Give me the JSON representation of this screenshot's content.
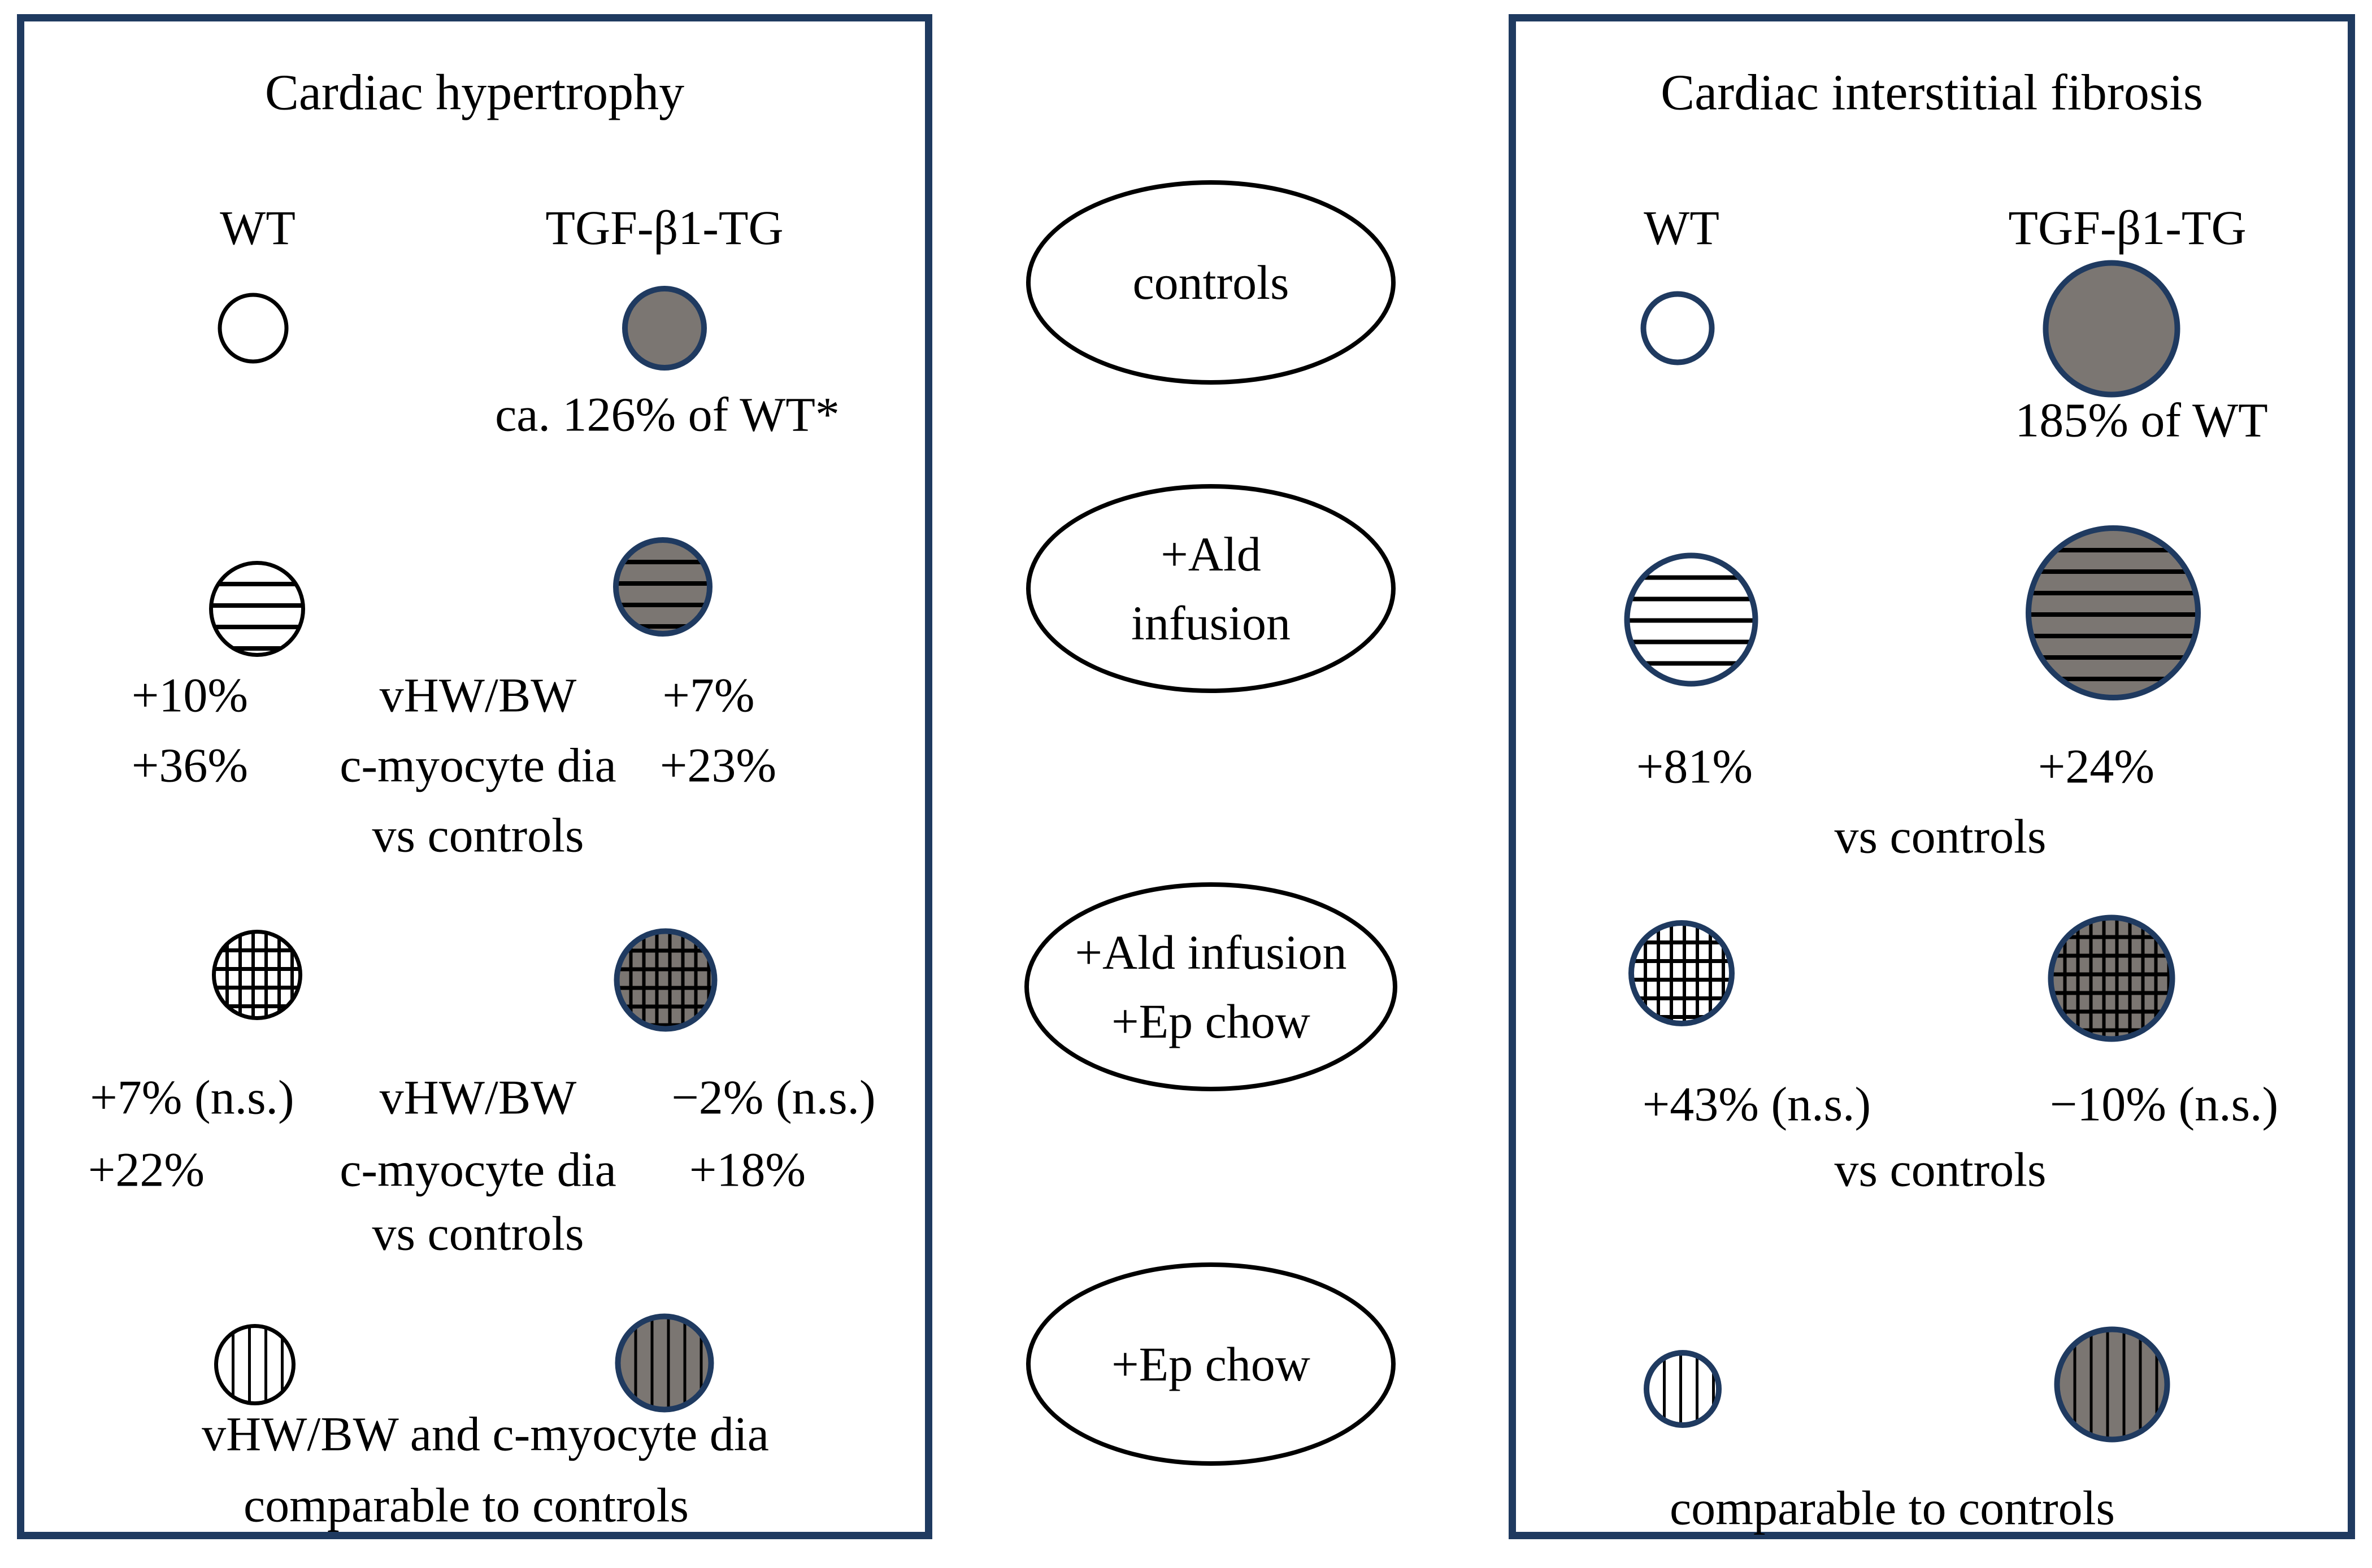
{
  "colors": {
    "navy": "#1f3a60",
    "gray": "#7b7672",
    "line": "#000000"
  },
  "left_panel": {
    "title": "Cardiac hypertrophy",
    "columns": {
      "wt": "WT",
      "tg": "TGF-β1-TG"
    },
    "controls_row": {
      "wt_circle": {
        "pattern": "plain",
        "fill": "white",
        "border": "black",
        "size": 125
      },
      "tg_circle": {
        "pattern": "plain",
        "fill": "gray",
        "border": "navy",
        "size": 150
      },
      "tg_note": "ca. 126% of WT*"
    },
    "ald_row": {
      "wt_circle": {
        "pattern": "hstripes",
        "fill": "white",
        "border": "black",
        "size": 170
      },
      "tg_circle": {
        "pattern": "hstripes",
        "fill": "gray",
        "border": "navy",
        "size": 176
      },
      "wt_values": [
        "+10%",
        "+36%"
      ],
      "metrics": [
        "vHW/BW",
        "c-myocyte dia"
      ],
      "tg_values": [
        "+7%",
        "+23%"
      ],
      "footer": "vs controls"
    },
    "ald_ep_row": {
      "wt_circle": {
        "pattern": "grid",
        "fill": "white",
        "border": "black",
        "size": 160
      },
      "tg_circle": {
        "pattern": "grid",
        "fill": "gray",
        "border": "navy",
        "size": 183
      },
      "wt_values": [
        "+7% (n.s.)",
        "+22%"
      ],
      "metrics": [
        "vHW/BW",
        "c-myocyte dia"
      ],
      "tg_values": [
        "−2% (n.s.)",
        "+18%"
      ],
      "footer": "vs controls"
    },
    "ep_row": {
      "wt_circle": {
        "pattern": "vstripes",
        "fill": "white",
        "border": "black",
        "size": 144
      },
      "tg_circle": {
        "pattern": "vstripes",
        "fill": "gray",
        "border": "navy",
        "size": 175
      },
      "note_lines": [
        "vHW/BW and c-myocyte dia",
        "comparable to controls"
      ]
    }
  },
  "middle": {
    "controls": {
      "lines": [
        "controls"
      ]
    },
    "ald": {
      "lines": [
        "+Ald",
        "infusion"
      ]
    },
    "ald_ep": {
      "lines": [
        "+Ald infusion",
        "+Ep chow"
      ]
    },
    "ep": {
      "lines": [
        "+Ep chow"
      ]
    }
  },
  "right_panel": {
    "title": "Cardiac interstitial fibrosis",
    "columns": {
      "wt": "WT",
      "tg": "TGF-β1-TG"
    },
    "controls_row": {
      "wt_circle": {
        "pattern": "plain",
        "fill": "white",
        "border": "navy",
        "size": 131
      },
      "tg_circle": {
        "pattern": "plain",
        "fill": "gray",
        "border": "navy",
        "size": 243
      },
      "tg_note": "185% of WT"
    },
    "ald_row": {
      "wt_circle": {
        "pattern": "hstripes",
        "fill": "white",
        "border": "navy",
        "size": 237
      },
      "tg_circle": {
        "pattern": "hstripes",
        "fill": "gray",
        "border": "navy",
        "size": 310
      },
      "wt_value": "+81%",
      "tg_value": "+24%",
      "footer": "vs controls"
    },
    "ald_ep_row": {
      "wt_circle": {
        "pattern": "grid",
        "fill": "white",
        "border": "navy",
        "size": 188
      },
      "tg_circle": {
        "pattern": "grid",
        "fill": "gray",
        "border": "navy",
        "size": 225
      },
      "wt_value": "+43% (n.s.)",
      "tg_value": "−10% (n.s.)",
      "footer": "vs controls"
    },
    "ep_row": {
      "wt_circle": {
        "pattern": "vstripes",
        "fill": "white",
        "border": "navy",
        "size": 138
      },
      "tg_circle": {
        "pattern": "vstripes",
        "fill": "gray",
        "border": "navy",
        "size": 205
      },
      "note": "comparable to controls"
    }
  }
}
